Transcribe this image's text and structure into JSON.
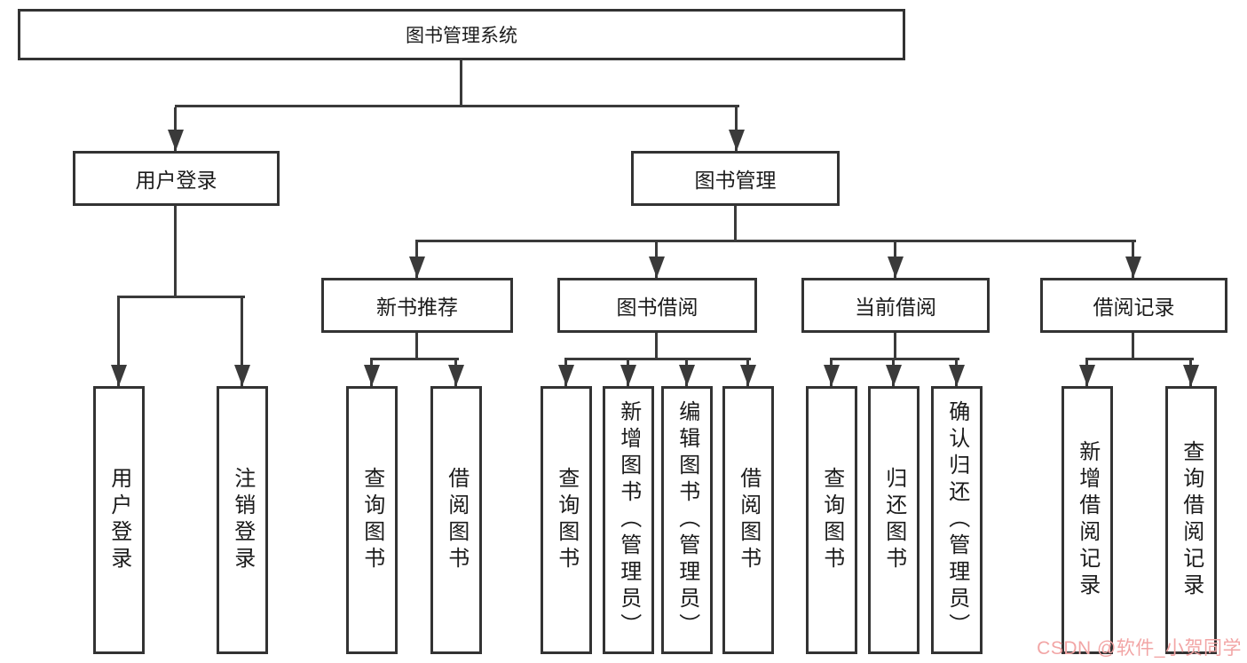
{
  "diagram_title": "图书管理系统",
  "tree": {
    "root": {
      "label": "图书管理系统",
      "children": [
        {
          "label": "用户登录",
          "children": [
            {
              "label": "用户登录"
            },
            {
              "label": "注销登录"
            }
          ]
        },
        {
          "label": "图书管理",
          "children": [
            {
              "label": "新书推荐",
              "children": [
                {
                  "label": "查询图书"
                },
                {
                  "label": "借阅图书"
                }
              ]
            },
            {
              "label": "图书借阅",
              "children": [
                {
                  "label": "查询图书"
                },
                {
                  "label": "新增图书（管理员）"
                },
                {
                  "label": "编辑图书（管理员）"
                },
                {
                  "label": "借阅图书"
                }
              ]
            },
            {
              "label": "当前借阅",
              "children": [
                {
                  "label": "查询图书"
                },
                {
                  "label": "归还图书"
                },
                {
                  "label": "确认归还（管理员）"
                }
              ]
            },
            {
              "label": "借阅记录",
              "children": [
                {
                  "label": "新增借阅记录"
                },
                {
                  "label": "查询借阅记录"
                }
              ]
            }
          ]
        }
      ]
    }
  },
  "watermark": {
    "text": "CSDN @软件_小贺同学",
    "color": "#f2a5a5"
  },
  "colors": {
    "line": "#3a3a3a",
    "box_border": "#333333",
    "background": "#ffffff",
    "text": "#1b1b1b"
  }
}
